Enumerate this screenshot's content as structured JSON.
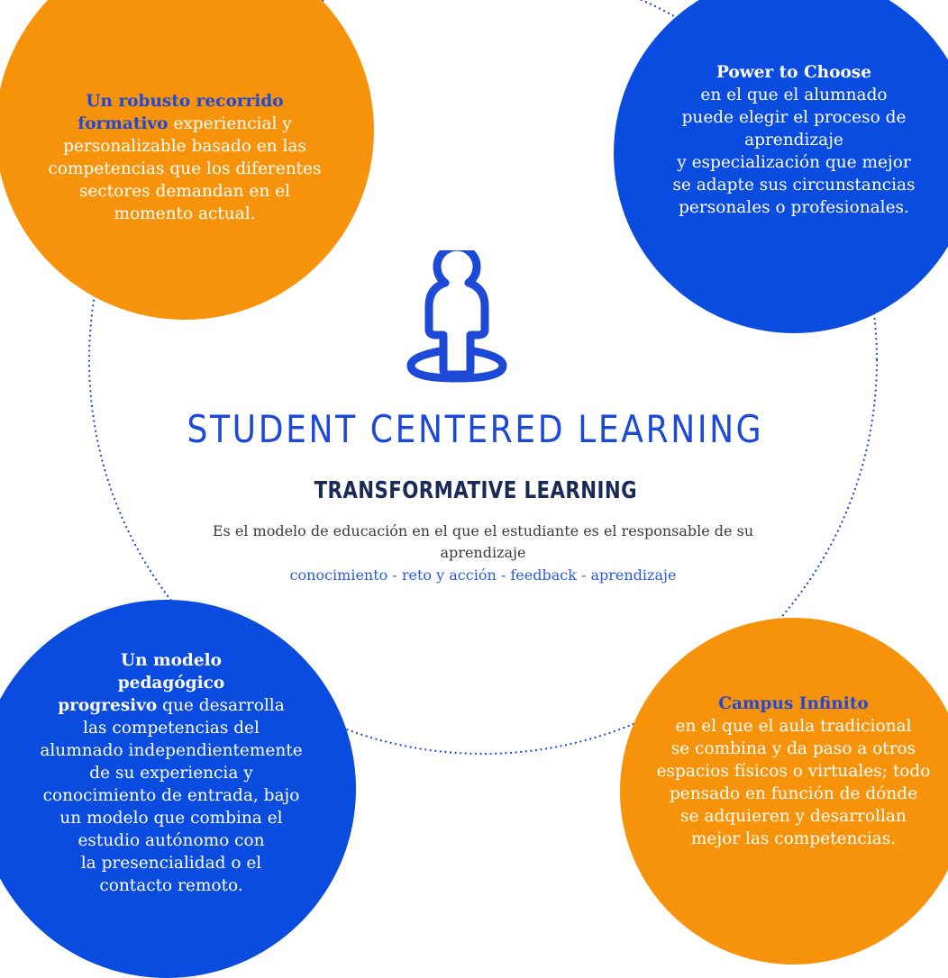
{
  "title": "STUDENT CENTERED LEARNING",
  "subtitle": "TRANSFORMATIVE LEARNING",
  "description": "Es el modelo de educación en el que el estudiante es el responsable de su aprendizaje",
  "flow": "conocimiento - reto y acción - feedback - aprendizaje",
  "icon": "person-on-platform-icon",
  "colors": {
    "orange": "#f7930a",
    "blue": "#0a4be0",
    "title": "#1d49d8",
    "subtitle": "#1a2a57",
    "flow": "#2a5ce0"
  },
  "bubbles": {
    "top_left": {
      "bold": "Un robusto recorrido\nformativo",
      "text": " experiencial y\npersonalizable basado en las\ncompetencias que los diferentes\nsectores demandan en el\nmomento actual."
    },
    "top_right": {
      "bold": "Power to Choose",
      "text": "\nen el que el alumnado\npuede elegir el proceso de\naprendizaje\n y especialización que mejor\nse adapte sus circunstancias\npersonales o profesionales."
    },
    "bottom_left": {
      "bold": "Un modelo\npedagógico\nprogresivo",
      "text": " que desarrolla\nlas competencias del\nalumnado independientemente\nde su experiencia y\nconocimiento de entrada, bajo\nun modelo que combina el\nestudio autónomo con\nla presencialidad o el\ncontacto remoto."
    },
    "bottom_right": {
      "bold": "Campus Infinito",
      "text": "\nen el que el aula tradicional\nse combina y da paso a otros\nespacios físicos o virtuales; todo\npensado en función de dónde\nse adquieren y desarrollan\nmejor las competencias."
    }
  }
}
